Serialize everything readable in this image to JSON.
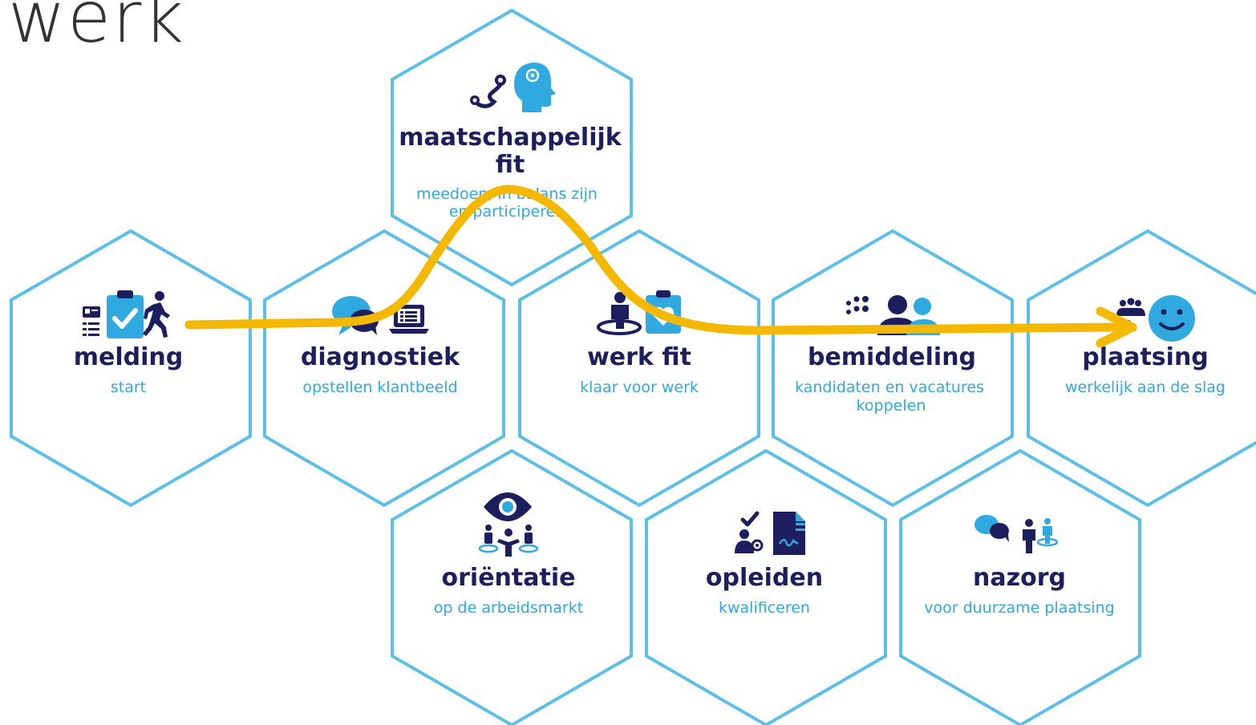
{
  "page": {
    "title": "werk"
  },
  "colors": {
    "hex_border": "#5bbfe8",
    "title": "#1d1e5e",
    "subtitle": "#2fa9e0",
    "icon_dark": "#1d1e5e",
    "icon_light": "#2fa9e0",
    "path": "#f5b800"
  },
  "hexagons": {
    "maatschappelijk": {
      "title1": "maatschappelijk",
      "title2": "fit",
      "sub1": "meedoen, in balans zijn",
      "sub2": "en participeren",
      "icon": "route-and-mind-icon"
    },
    "melding": {
      "title": "melding",
      "sub": "start",
      "icon": "checklist-walking-person-icon"
    },
    "diagnostiek": {
      "title": "diagnostiek",
      "sub": "opstellen klantbeeld",
      "icon": "chat-laptop-icon"
    },
    "werkfit": {
      "title": "werk fit",
      "sub": "klaar voor werk",
      "icon": "person-heart-clipboard-icon"
    },
    "bemiddeling": {
      "title": "bemiddeling",
      "sub1": "kandidaten en vacatures",
      "sub2": "koppelen",
      "icon": "matching-people-icon"
    },
    "plaatsing": {
      "title": "plaatsing",
      "sub": "werkelijk aan de slag",
      "icon": "team-smiley-icon"
    },
    "orientatie": {
      "title": "oriëntatie",
      "sub": "op de arbeidsmarkt",
      "icon": "eye-group-icon"
    },
    "opleiden": {
      "title": "opleiden",
      "sub": "kwalificeren",
      "icon": "qualified-person-document-icon"
    },
    "nazorg": {
      "title": "nazorg",
      "sub": "voor duurzame plaatsing",
      "icon": "chat-person-icon"
    }
  }
}
